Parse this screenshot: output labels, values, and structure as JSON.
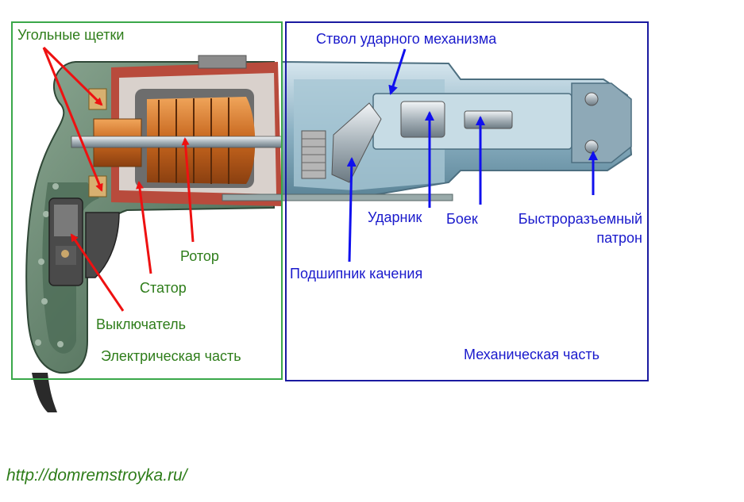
{
  "labels": {
    "brushes": "Угольные щетки",
    "rotor": "Ротор",
    "stator": "Статор",
    "switch": "Выключатель",
    "electric_part": "Электрическая часть",
    "barrel": "Ствол ударного механизма",
    "striker": "Ударник",
    "firing_pin": "Боек",
    "chuck_line1": "Быстроразъемный",
    "chuck_line2": "патрон",
    "bearing": "Подшипник качения",
    "mechanical_part": "Механическая часть"
  },
  "footer": {
    "url": "http://domremstroyka.ru/"
  },
  "colors": {
    "electric_frame": "#3aa84a",
    "mechanical_frame": "#1a1aa0",
    "green_text": "#2e7d1a",
    "blue_text": "#1a1acc",
    "red_arrow": "#ee1111",
    "blue_arrow": "#1010ee",
    "tool_body": "#5f7f68",
    "rotor_copper": "#d27a2e",
    "housing_red": "#c0392b",
    "mechanism_steel": "#7fa7bb"
  }
}
